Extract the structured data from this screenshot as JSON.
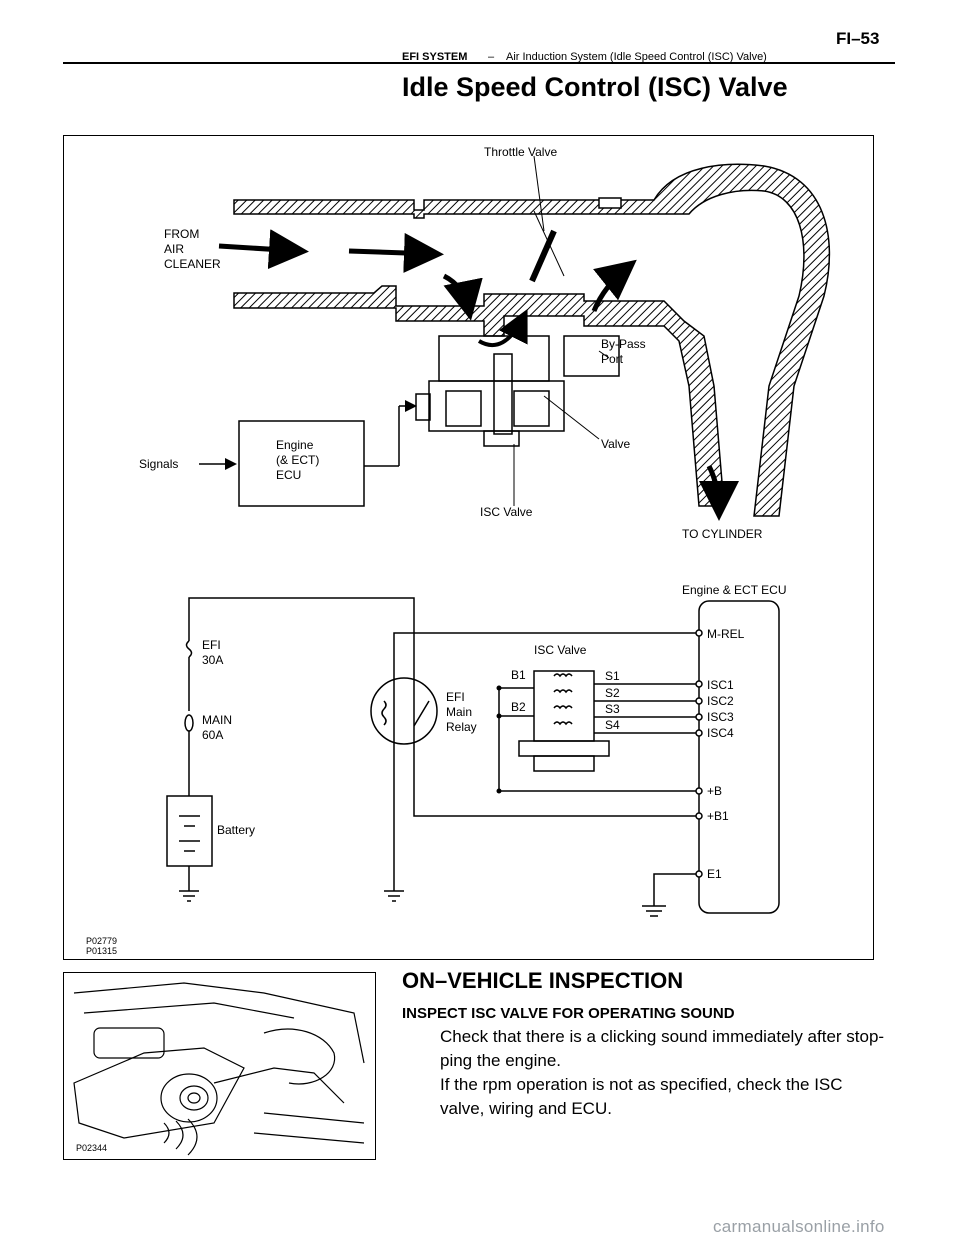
{
  "header": {
    "system": "EFI SYSTEM",
    "separator": "–",
    "subtitle": "Air Induction System (Idle Speed Control (ISC) Valve)",
    "page": "FI–53"
  },
  "title": "Idle Speed Control (ISC) Valve",
  "figure1": {
    "code_a": "P02779",
    "code_b": "P01315",
    "labels": {
      "throttle_valve": "Throttle Valve",
      "from": "FROM",
      "air": "AIR",
      "cleaner": "CLEANER",
      "bypass_1": "By-Pass",
      "bypass_2": "Port",
      "valve": "Valve",
      "signals": "Signals",
      "ecu_1": "Engine",
      "ecu_2": "(& ECT)",
      "ecu_3": "ECU",
      "isc_valve": "ISC Valve",
      "to_cylinder": "TO CYLINDER"
    },
    "wiring": {
      "ecu_title": "Engine & ECT ECU",
      "terminals": [
        "M-REL",
        "ISC1",
        "ISC2",
        "ISC3",
        "ISC4",
        "+B",
        "+B1",
        "E1"
      ],
      "fuse_efi_1": "EFI",
      "fuse_efi_2": "30A",
      "fuse_main_1": "MAIN",
      "fuse_main_2": "60A",
      "battery": "Battery",
      "relay_1": "EFI",
      "relay_2": "Main",
      "relay_3": "Relay",
      "isc_title": "ISC Valve",
      "b1": "B1",
      "b2": "B2",
      "s_terms": [
        "S1",
        "S2",
        "S3",
        "S4"
      ]
    }
  },
  "figure2": {
    "code": "P02344"
  },
  "section": {
    "title": "ON–VEHICLE INSPECTION",
    "step": "INSPECT ISC VALVE FOR OPERATING SOUND",
    "para1": "Check that there is a clicking sound immediately after stop- ping the engine.",
    "para2": "If the rpm operation is not as specified, check the ISC valve, wiring and ECU."
  },
  "watermark": "carmanualsonline.info"
}
